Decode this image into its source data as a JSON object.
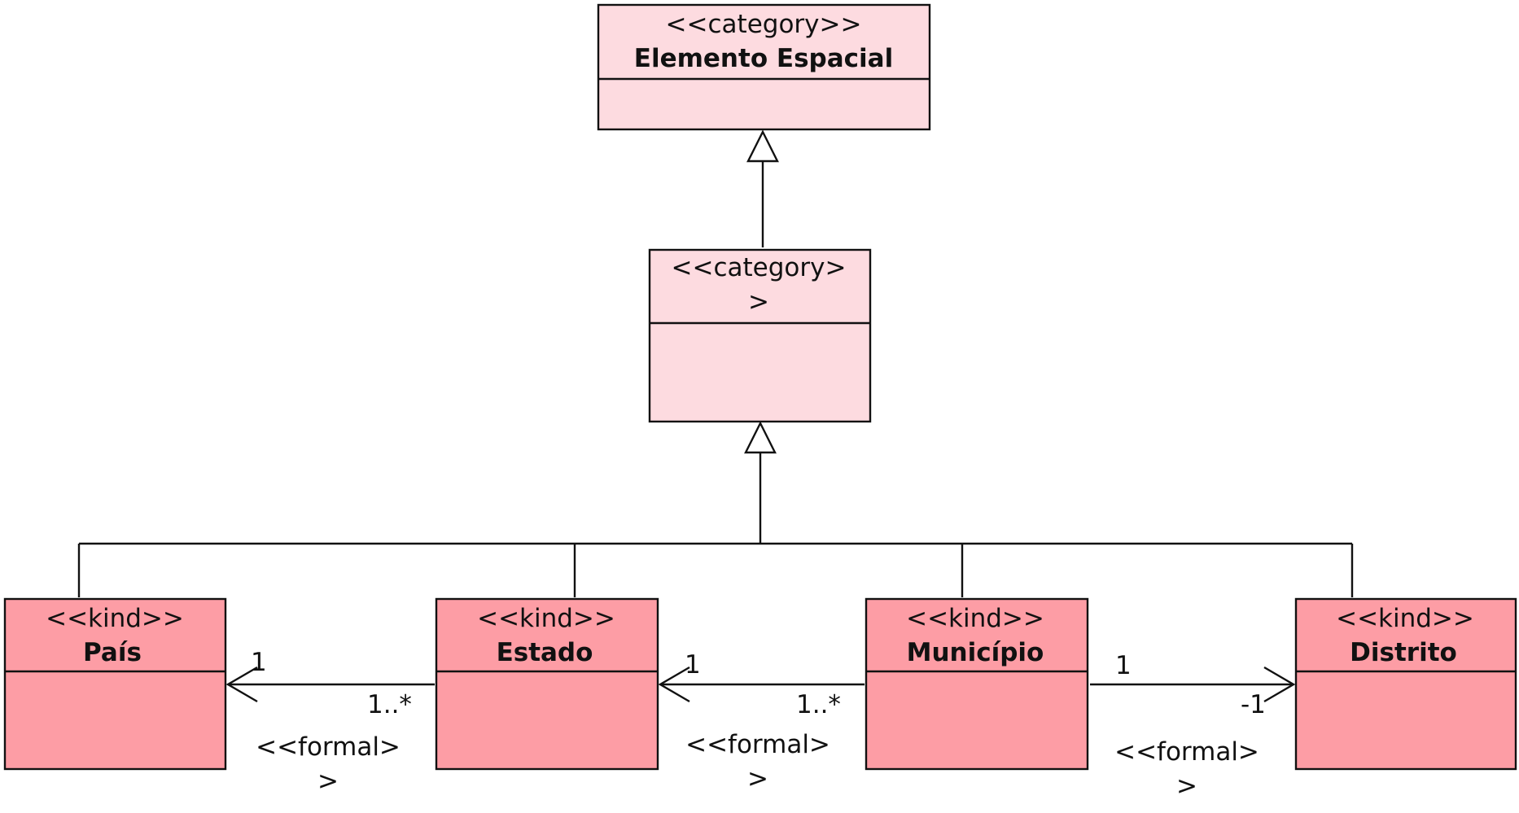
{
  "classes": {
    "elemento_espacial": {
      "stereotype": "<<category>>",
      "name": "Elemento Espacial"
    },
    "intermediate": {
      "stereotype_line1": "<<category>",
      "stereotype_line2": ">"
    },
    "pais": {
      "stereotype": "<<kind>>",
      "name": "País"
    },
    "estado": {
      "stereotype": "<<kind>>",
      "name": "Estado"
    },
    "municipio": {
      "stereotype": "<<kind>>",
      "name": "Município"
    },
    "distrito": {
      "stereotype": "<<kind>>",
      "name": "Distrito"
    }
  },
  "associations": {
    "estado_pais": {
      "target_mult": "1",
      "source_mult": "1..*",
      "stereotype_line1": "<<formal>",
      "stereotype_line2": ">"
    },
    "municipio_estado": {
      "target_mult": "1",
      "source_mult": "1..*",
      "stereotype_line1": "<<formal>",
      "stereotype_line2": ">"
    },
    "municipio_distrito": {
      "source_mult": "1",
      "target_mult": "-1",
      "stereotype_line1": "<<formal>",
      "stereotype_line2": ">"
    }
  },
  "colors": {
    "category_fill": "#fddbe0",
    "kind_fill": "#fd9da5",
    "line": "#111111"
  }
}
